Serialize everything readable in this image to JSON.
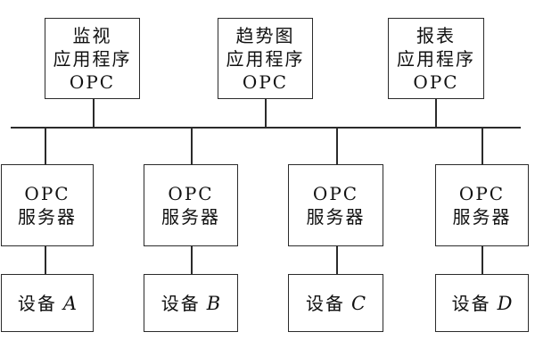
{
  "colors": {
    "line": "#2b2b2b",
    "background": "#ffffff",
    "text": "#111111"
  },
  "apps": [
    {
      "lines": [
        "监视",
        "应用程序",
        "OPC"
      ]
    },
    {
      "lines": [
        "趋势图",
        "应用程序",
        "OPC"
      ]
    },
    {
      "lines": [
        "报表",
        "应用程序",
        "OPC"
      ]
    }
  ],
  "servers": [
    {
      "lines": [
        "OPC",
        "服务器"
      ]
    },
    {
      "lines": [
        "OPC",
        "服务器"
      ]
    },
    {
      "lines": [
        "OPC",
        "服务器"
      ]
    },
    {
      "lines": [
        "OPC",
        "服务器"
      ]
    }
  ],
  "devices": [
    {
      "label": "设备",
      "id": "A"
    },
    {
      "label": "设备",
      "id": "B"
    },
    {
      "label": "设备",
      "id": "C"
    },
    {
      "label": "设备",
      "id": "D"
    }
  ]
}
